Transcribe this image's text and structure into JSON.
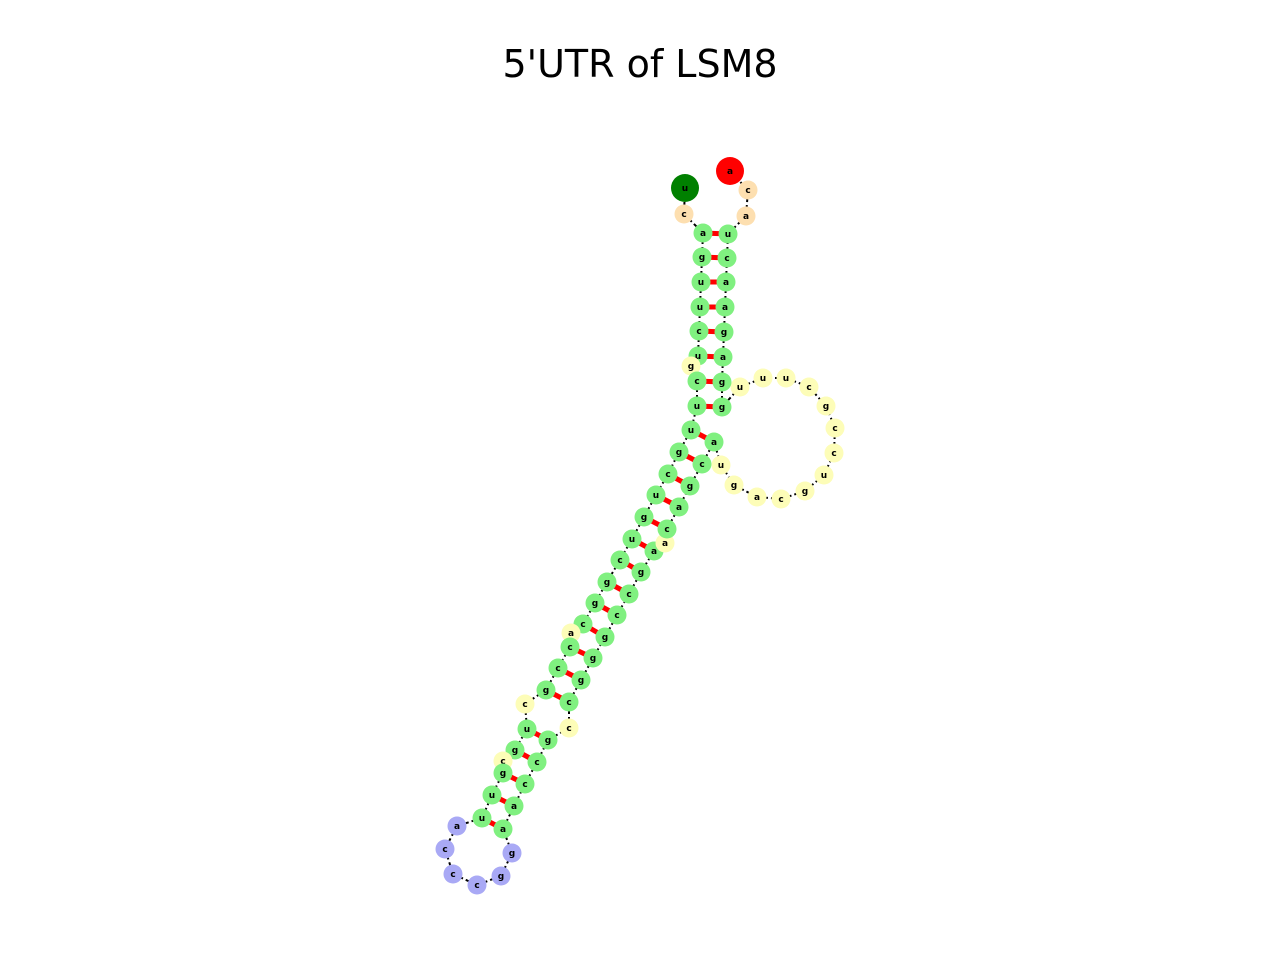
{
  "title": "5'UTR of LSM8",
  "colors": {
    "background": "#ffffff",
    "stem": "#80f080",
    "interior_loop": "#fdfdb8",
    "hairpin_loop": "#a9a9f5",
    "dangling": "#fddfb0",
    "five_prime_end": "#008000",
    "three_prime_end": "#ff0000",
    "pair_bond": "#ff0000",
    "backbone": "#000000"
  },
  "nucleotides": [
    {
      "base": "u",
      "type": "five_prime_end"
    },
    {
      "base": "c",
      "type": "dangling"
    },
    {
      "base": "a",
      "type": "stem"
    },
    {
      "base": "g",
      "type": "stem"
    },
    {
      "base": "u",
      "type": "stem"
    },
    {
      "base": "u",
      "type": "stem"
    },
    {
      "base": "c",
      "type": "stem"
    },
    {
      "base": "u",
      "type": "stem"
    },
    {
      "base": "g",
      "type": "interior_loop"
    },
    {
      "base": "c",
      "type": "stem"
    },
    {
      "base": "u",
      "type": "stem"
    },
    {
      "base": "u",
      "type": "stem"
    },
    {
      "base": "g",
      "type": "stem"
    },
    {
      "base": "c",
      "type": "stem"
    },
    {
      "base": "u",
      "type": "stem"
    },
    {
      "base": "g",
      "type": "stem"
    },
    {
      "base": "u",
      "type": "stem"
    },
    {
      "base": "c",
      "type": "stem"
    },
    {
      "base": "g",
      "type": "stem"
    },
    {
      "base": "g",
      "type": "stem"
    },
    {
      "base": "c",
      "type": "stem"
    },
    {
      "base": "a",
      "type": "interior_loop"
    },
    {
      "base": "c",
      "type": "stem"
    },
    {
      "base": "c",
      "type": "stem"
    },
    {
      "base": "g",
      "type": "stem"
    },
    {
      "base": "c",
      "type": "interior_loop"
    },
    {
      "base": "u",
      "type": "stem"
    },
    {
      "base": "g",
      "type": "stem"
    },
    {
      "base": "c",
      "type": "interior_loop"
    },
    {
      "base": "g",
      "type": "stem"
    },
    {
      "base": "u",
      "type": "stem"
    },
    {
      "base": "u",
      "type": "stem"
    },
    {
      "base": "a",
      "type": "hairpin_loop"
    },
    {
      "base": "c",
      "type": "hairpin_loop"
    },
    {
      "base": "c",
      "type": "hairpin_loop"
    },
    {
      "base": "c",
      "type": "hairpin_loop"
    },
    {
      "base": "g",
      "type": "hairpin_loop"
    },
    {
      "base": "g",
      "type": "hairpin_loop"
    },
    {
      "base": "a",
      "type": "stem"
    },
    {
      "base": "a",
      "type": "stem"
    },
    {
      "base": "c",
      "type": "stem"
    },
    {
      "base": "c",
      "type": "stem"
    },
    {
      "base": "g",
      "type": "stem"
    },
    {
      "base": "c",
      "type": "interior_loop"
    },
    {
      "base": "c",
      "type": "stem"
    },
    {
      "base": "g",
      "type": "stem"
    },
    {
      "base": "g",
      "type": "stem"
    },
    {
      "base": "g",
      "type": "stem"
    },
    {
      "base": "c",
      "type": "stem"
    },
    {
      "base": "c",
      "type": "stem"
    },
    {
      "base": "g",
      "type": "stem"
    },
    {
      "base": "a",
      "type": "stem"
    },
    {
      "base": "a",
      "type": "interior_loop"
    },
    {
      "base": "c",
      "type": "stem"
    },
    {
      "base": "a",
      "type": "stem"
    },
    {
      "base": "g",
      "type": "stem"
    },
    {
      "base": "c",
      "type": "stem"
    },
    {
      "base": "a",
      "type": "stem"
    },
    {
      "base": "u",
      "type": "interior_loop"
    },
    {
      "base": "g",
      "type": "interior_loop"
    },
    {
      "base": "a",
      "type": "interior_loop"
    },
    {
      "base": "c",
      "type": "interior_loop"
    },
    {
      "base": "g",
      "type": "interior_loop"
    },
    {
      "base": "u",
      "type": "interior_loop"
    },
    {
      "base": "c",
      "type": "interior_loop"
    },
    {
      "base": "c",
      "type": "interior_loop"
    },
    {
      "base": "g",
      "type": "interior_loop"
    },
    {
      "base": "c",
      "type": "interior_loop"
    },
    {
      "base": "u",
      "type": "interior_loop"
    },
    {
      "base": "u",
      "type": "interior_loop"
    },
    {
      "base": "u",
      "type": "interior_loop"
    },
    {
      "base": "g",
      "type": "stem"
    },
    {
      "base": "g",
      "type": "stem"
    },
    {
      "base": "a",
      "type": "stem"
    },
    {
      "base": "g",
      "type": "stem"
    },
    {
      "base": "a",
      "type": "stem"
    },
    {
      "base": "a",
      "type": "stem"
    },
    {
      "base": "c",
      "type": "stem"
    },
    {
      "base": "u",
      "type": "stem"
    },
    {
      "base": "a",
      "type": "dangling"
    },
    {
      "base": "c",
      "type": "dangling"
    },
    {
      "base": "a",
      "type": "three_prime_end"
    }
  ],
  "base_pairs": [
    [
      2,
      78
    ],
    [
      3,
      77
    ],
    [
      4,
      76
    ],
    [
      5,
      75
    ],
    [
      6,
      74
    ],
    [
      7,
      73
    ],
    [
      9,
      72
    ],
    [
      10,
      71
    ],
    [
      11,
      57
    ],
    [
      12,
      56
    ],
    [
      13,
      55
    ],
    [
      14,
      54
    ],
    [
      15,
      53
    ],
    [
      16,
      51
    ],
    [
      17,
      50
    ],
    [
      18,
      49
    ],
    [
      19,
      48
    ],
    [
      20,
      47
    ],
    [
      22,
      46
    ],
    [
      23,
      45
    ],
    [
      24,
      44
    ],
    [
      26,
      42
    ],
    [
      27,
      41
    ],
    [
      29,
      40
    ],
    [
      30,
      39
    ],
    [
      31,
      38
    ]
  ]
}
